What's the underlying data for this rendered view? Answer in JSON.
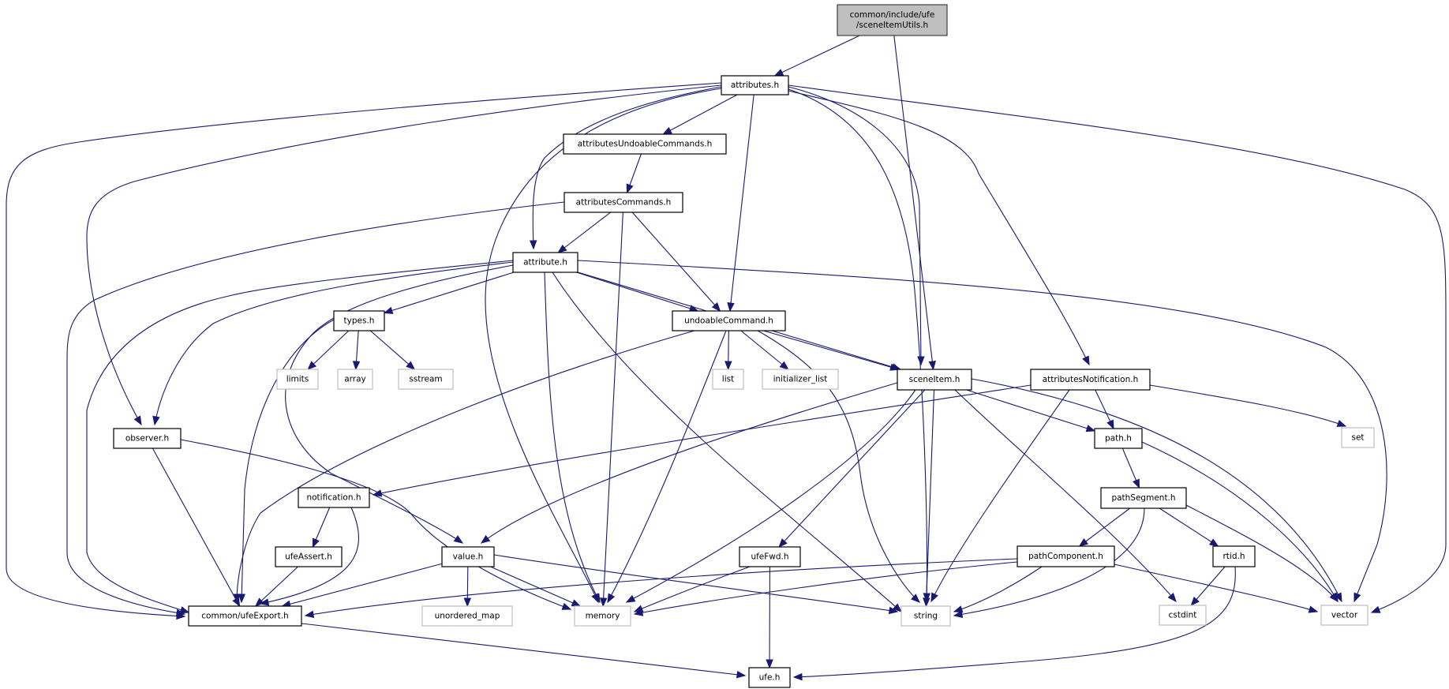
{
  "diagram": {
    "title": "common/include/ufe/sceneItemUtils.h",
    "nodes": [
      {
        "id": "sceneItemUtils",
        "label": "common/include/ufe\n/sceneItemUtils.h",
        "kind": "root"
      },
      {
        "id": "attributes",
        "label": "attributes.h",
        "kind": "header"
      },
      {
        "id": "attributesUndoableCommands",
        "label": "attributesUndoableCommands.h",
        "kind": "header"
      },
      {
        "id": "attributesCommands",
        "label": "attributesCommands.h",
        "kind": "header"
      },
      {
        "id": "attribute",
        "label": "attribute.h",
        "kind": "header"
      },
      {
        "id": "types",
        "label": "types.h",
        "kind": "header"
      },
      {
        "id": "limits",
        "label": "limits",
        "kind": "std"
      },
      {
        "id": "array",
        "label": "array",
        "kind": "std"
      },
      {
        "id": "sstream",
        "label": "sstream",
        "kind": "std"
      },
      {
        "id": "undoableCommand",
        "label": "undoableCommand.h",
        "kind": "header"
      },
      {
        "id": "list",
        "label": "list",
        "kind": "std"
      },
      {
        "id": "initializer_list",
        "label": "initializer_list",
        "kind": "std"
      },
      {
        "id": "sceneItem",
        "label": "sceneItem.h",
        "kind": "header"
      },
      {
        "id": "attributesNotification",
        "label": "attributesNotification.h",
        "kind": "header"
      },
      {
        "id": "set",
        "label": "set",
        "kind": "std"
      },
      {
        "id": "observer",
        "label": "observer.h",
        "kind": "header"
      },
      {
        "id": "path",
        "label": "path.h",
        "kind": "header"
      },
      {
        "id": "notification",
        "label": "notification.h",
        "kind": "header"
      },
      {
        "id": "pathSegment",
        "label": "pathSegment.h",
        "kind": "header"
      },
      {
        "id": "ufeAssert",
        "label": "ufeAssert.h",
        "kind": "header"
      },
      {
        "id": "value",
        "label": "value.h",
        "kind": "header"
      },
      {
        "id": "ufeFwd",
        "label": "ufeFwd.h",
        "kind": "header"
      },
      {
        "id": "pathComponent",
        "label": "pathComponent.h",
        "kind": "header"
      },
      {
        "id": "rtid",
        "label": "rtid.h",
        "kind": "header"
      },
      {
        "id": "ufeExport",
        "label": "common/ufeExport.h",
        "kind": "header"
      },
      {
        "id": "unordered_map",
        "label": "unordered_map",
        "kind": "std"
      },
      {
        "id": "memory",
        "label": "memory",
        "kind": "std"
      },
      {
        "id": "string",
        "label": "string",
        "kind": "std"
      },
      {
        "id": "cstdint",
        "label": "cstdint",
        "kind": "std"
      },
      {
        "id": "vector",
        "label": "vector",
        "kind": "std"
      },
      {
        "id": "ufe",
        "label": "ufe.h",
        "kind": "header"
      }
    ],
    "edges": [
      [
        "sceneItemUtils",
        "attributes"
      ],
      [
        "sceneItemUtils",
        "sceneItem"
      ],
      [
        "attributes",
        "attributesUndoableCommands"
      ],
      [
        "attributes",
        "memory"
      ],
      [
        "attributes",
        "attribute"
      ],
      [
        "attributes",
        "undoableCommand"
      ],
      [
        "attributes",
        "sceneItem"
      ],
      [
        "attributes",
        "string"
      ],
      [
        "attributes",
        "attributesNotification"
      ],
      [
        "attributes",
        "vector"
      ],
      [
        "attributes",
        "observer"
      ],
      [
        "attributes",
        "ufeExport"
      ],
      [
        "attributesUndoableCommands",
        "attributesCommands"
      ],
      [
        "attributesCommands",
        "attribute"
      ],
      [
        "attributesCommands",
        "memory"
      ],
      [
        "attributesCommands",
        "undoableCommand"
      ],
      [
        "attributesCommands",
        "ufeExport"
      ],
      [
        "attribute",
        "types"
      ],
      [
        "attribute",
        "undoableCommand"
      ],
      [
        "attribute",
        "sceneItem"
      ],
      [
        "attribute",
        "vector"
      ],
      [
        "attribute",
        "observer"
      ],
      [
        "attribute",
        "ufeExport"
      ],
      [
        "attribute",
        "value"
      ],
      [
        "attribute",
        "memory"
      ],
      [
        "attribute",
        "string"
      ],
      [
        "types",
        "limits"
      ],
      [
        "types",
        "array"
      ],
      [
        "types",
        "sstream"
      ],
      [
        "types",
        "ufeExport"
      ],
      [
        "undoableCommand",
        "list"
      ],
      [
        "undoableCommand",
        "initializer_list"
      ],
      [
        "undoableCommand",
        "sceneItem"
      ],
      [
        "undoableCommand",
        "string"
      ],
      [
        "undoableCommand",
        "memory"
      ],
      [
        "undoableCommand",
        "ufeExport"
      ],
      [
        "sceneItem",
        "path"
      ],
      [
        "sceneItem",
        "string"
      ],
      [
        "sceneItem",
        "memory"
      ],
      [
        "sceneItem",
        "value"
      ],
      [
        "sceneItem",
        "ufeFwd"
      ],
      [
        "sceneItem",
        "cstdint"
      ],
      [
        "sceneItem",
        "vector"
      ],
      [
        "attributesNotification",
        "path"
      ],
      [
        "attributesNotification",
        "string"
      ],
      [
        "attributesNotification",
        "set"
      ],
      [
        "attributesNotification",
        "notification"
      ],
      [
        "observer",
        "ufeExport"
      ],
      [
        "observer",
        "memory"
      ],
      [
        "path",
        "pathSegment"
      ],
      [
        "path",
        "vector"
      ],
      [
        "notification",
        "ufeAssert"
      ],
      [
        "notification",
        "ufeExport"
      ],
      [
        "pathSegment",
        "pathComponent"
      ],
      [
        "pathSegment",
        "rtid"
      ],
      [
        "pathSegment",
        "string"
      ],
      [
        "pathSegment",
        "vector"
      ],
      [
        "ufeAssert",
        "ufeExport"
      ],
      [
        "value",
        "ufeExport"
      ],
      [
        "value",
        "unordered_map"
      ],
      [
        "value",
        "memory"
      ],
      [
        "value",
        "string"
      ],
      [
        "ufeFwd",
        "memory"
      ],
      [
        "ufeFwd",
        "ufe"
      ],
      [
        "pathComponent",
        "ufeExport"
      ],
      [
        "pathComponent",
        "memory"
      ],
      [
        "pathComponent",
        "string"
      ],
      [
        "pathComponent",
        "vector"
      ],
      [
        "rtid",
        "cstdint"
      ],
      [
        "rtid",
        "ufe"
      ],
      [
        "ufeExport",
        "ufe"
      ]
    ],
    "colors": {
      "edge": "#191970",
      "root_fill": "#bfbfbf",
      "std_border": "#bfbfbf"
    }
  }
}
